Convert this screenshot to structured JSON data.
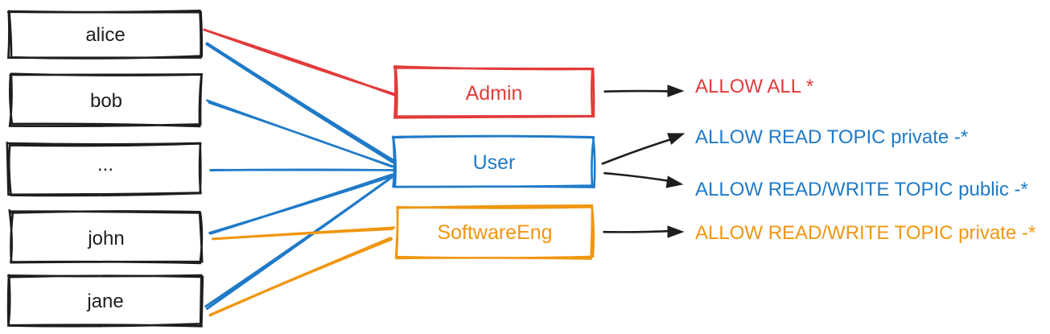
{
  "canvas": {
    "background": "#ffffff"
  },
  "colors": {
    "black": "#1e1e1e",
    "red": "#E23B3B",
    "blue": "#1F7AC8",
    "orange": "#F0960F"
  },
  "diagram": {
    "users": [
      {
        "id": "alice",
        "label": "alice"
      },
      {
        "id": "bob",
        "label": "bob"
      },
      {
        "id": "ellipsis",
        "label": "..."
      },
      {
        "id": "john",
        "label": "john"
      },
      {
        "id": "jane",
        "label": "jane"
      }
    ],
    "roles": [
      {
        "id": "admin",
        "label": "Admin",
        "color": "#E23B3B"
      },
      {
        "id": "user",
        "label": "User",
        "color": "#1F7AC8"
      },
      {
        "id": "softwareeng",
        "label": "SoftwareEng",
        "color": "#F0960F"
      }
    ],
    "permissions": [
      {
        "id": "allow-all",
        "label": "ALLOW ALL *",
        "color": "#E23B3B"
      },
      {
        "id": "read-private",
        "label": "ALLOW READ TOPIC private -*",
        "color": "#1F7AC8"
      },
      {
        "id": "readwrite-public",
        "label": "ALLOW READ/WRITE TOPIC public -*",
        "color": "#1F7AC8"
      },
      {
        "id": "readwrite-private",
        "label": "ALLOW READ/WRITE TOPIC private -*",
        "color": "#F0960F"
      }
    ],
    "user_role_edges": [
      {
        "from": "alice",
        "to": "admin",
        "color": "#E23B3B"
      },
      {
        "from": "alice",
        "to": "user",
        "color": "#1F7AC8"
      },
      {
        "from": "bob",
        "to": "user",
        "color": "#1F7AC8"
      },
      {
        "from": "ellipsis",
        "to": "user",
        "color": "#1F7AC8"
      },
      {
        "from": "john",
        "to": "user",
        "color": "#1F7AC8"
      },
      {
        "from": "jane",
        "to": "user",
        "color": "#1F7AC8"
      },
      {
        "from": "john",
        "to": "softwareeng",
        "color": "#F0960F"
      },
      {
        "from": "jane",
        "to": "softwareeng",
        "color": "#F0960F"
      }
    ],
    "role_permission_edges": [
      {
        "from": "admin",
        "to": "allow-all"
      },
      {
        "from": "user",
        "to": "read-private"
      },
      {
        "from": "user",
        "to": "readwrite-public"
      },
      {
        "from": "softwareeng",
        "to": "readwrite-private"
      }
    ]
  }
}
